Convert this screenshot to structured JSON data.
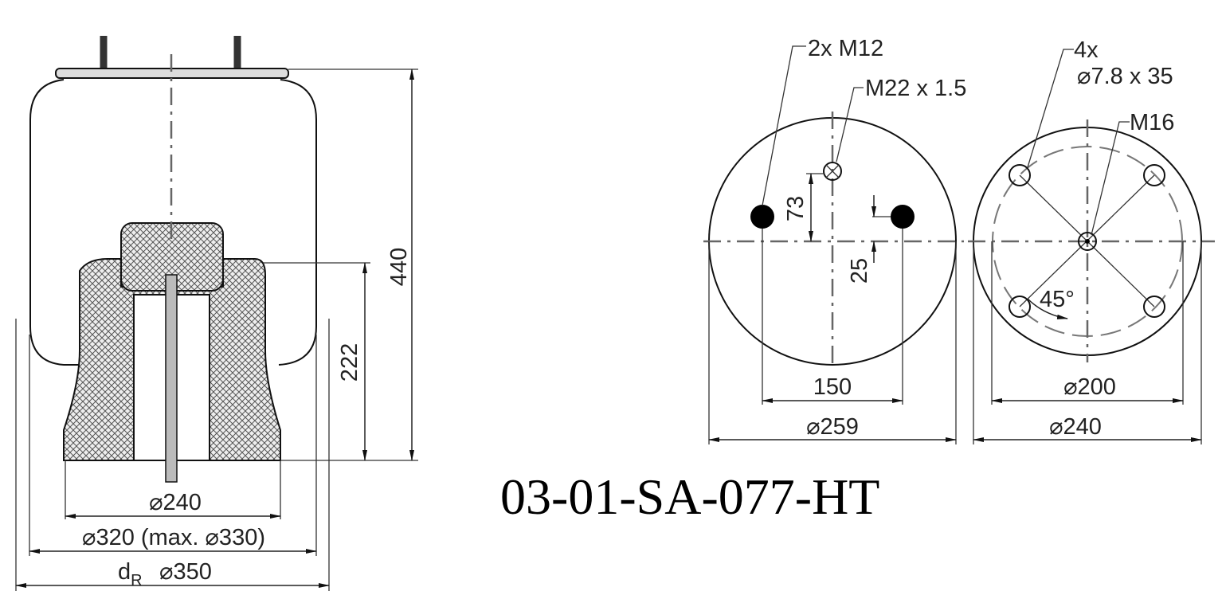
{
  "side_view": {
    "height_label": "440",
    "piston_height_label": "222",
    "piston_diameter_label": "⌀240",
    "bellows_diameter_label": "⌀320 (max. ⌀330)",
    "dr_symbol": "d",
    "dr_subscript": "R",
    "dr_diameter_label": "⌀350"
  },
  "top_view": {
    "stud_label": "2x M12",
    "air_inlet_label": "M22 x 1.5",
    "offset_73": "73",
    "offset_25": "25",
    "stud_spacing": "150",
    "diameter": "⌀259"
  },
  "bottom_view": {
    "holes_count": "4x",
    "holes_spec": "⌀7.8 x 35",
    "center_thread": "M16",
    "angle": "45°",
    "bolt_circle": "⌀200",
    "diameter": "⌀240"
  },
  "part_number": "03-01-SA-077-HT"
}
